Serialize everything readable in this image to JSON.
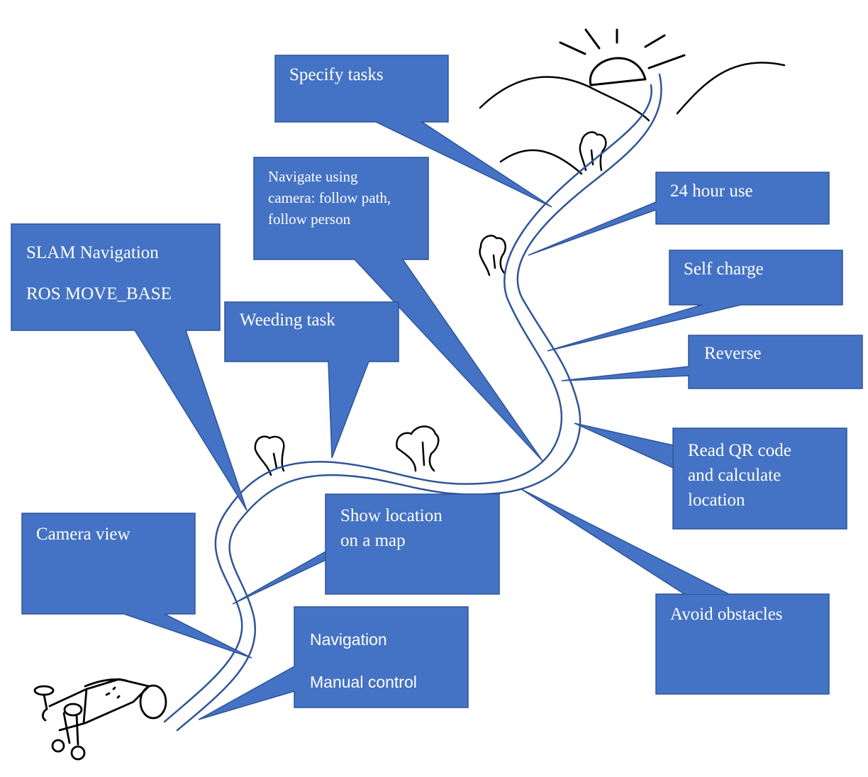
{
  "colors": {
    "callout_fill": "#4472c4",
    "callout_stroke": "#2f5597",
    "path_stroke": "#2f5597",
    "sketch_stroke": "#000000",
    "text": "#ffffff"
  },
  "callouts": {
    "specify_tasks": "Specify tasks",
    "navigate_camera": [
      "Navigate using",
      "camera: follow path,",
      "follow person"
    ],
    "slam": [
      "SLAM Navigation",
      "ROS MOVE_BASE"
    ],
    "weeding": "Weeding task",
    "hour_use": "24 hour use",
    "self_charge": "Self charge",
    "reverse": "Reverse",
    "qr_code": [
      "Read QR code",
      "and calculate",
      "location"
    ],
    "show_location": [
      "Show location",
      "on a map"
    ],
    "camera_view": "Camera view",
    "navigation": [
      "Navigation",
      "Manual control"
    ],
    "avoid_obstacles": "Avoid obstacles"
  },
  "icons": [
    "sun-icon",
    "hills-icon",
    "tree-icon",
    "robot-icon",
    "road-icon"
  ]
}
